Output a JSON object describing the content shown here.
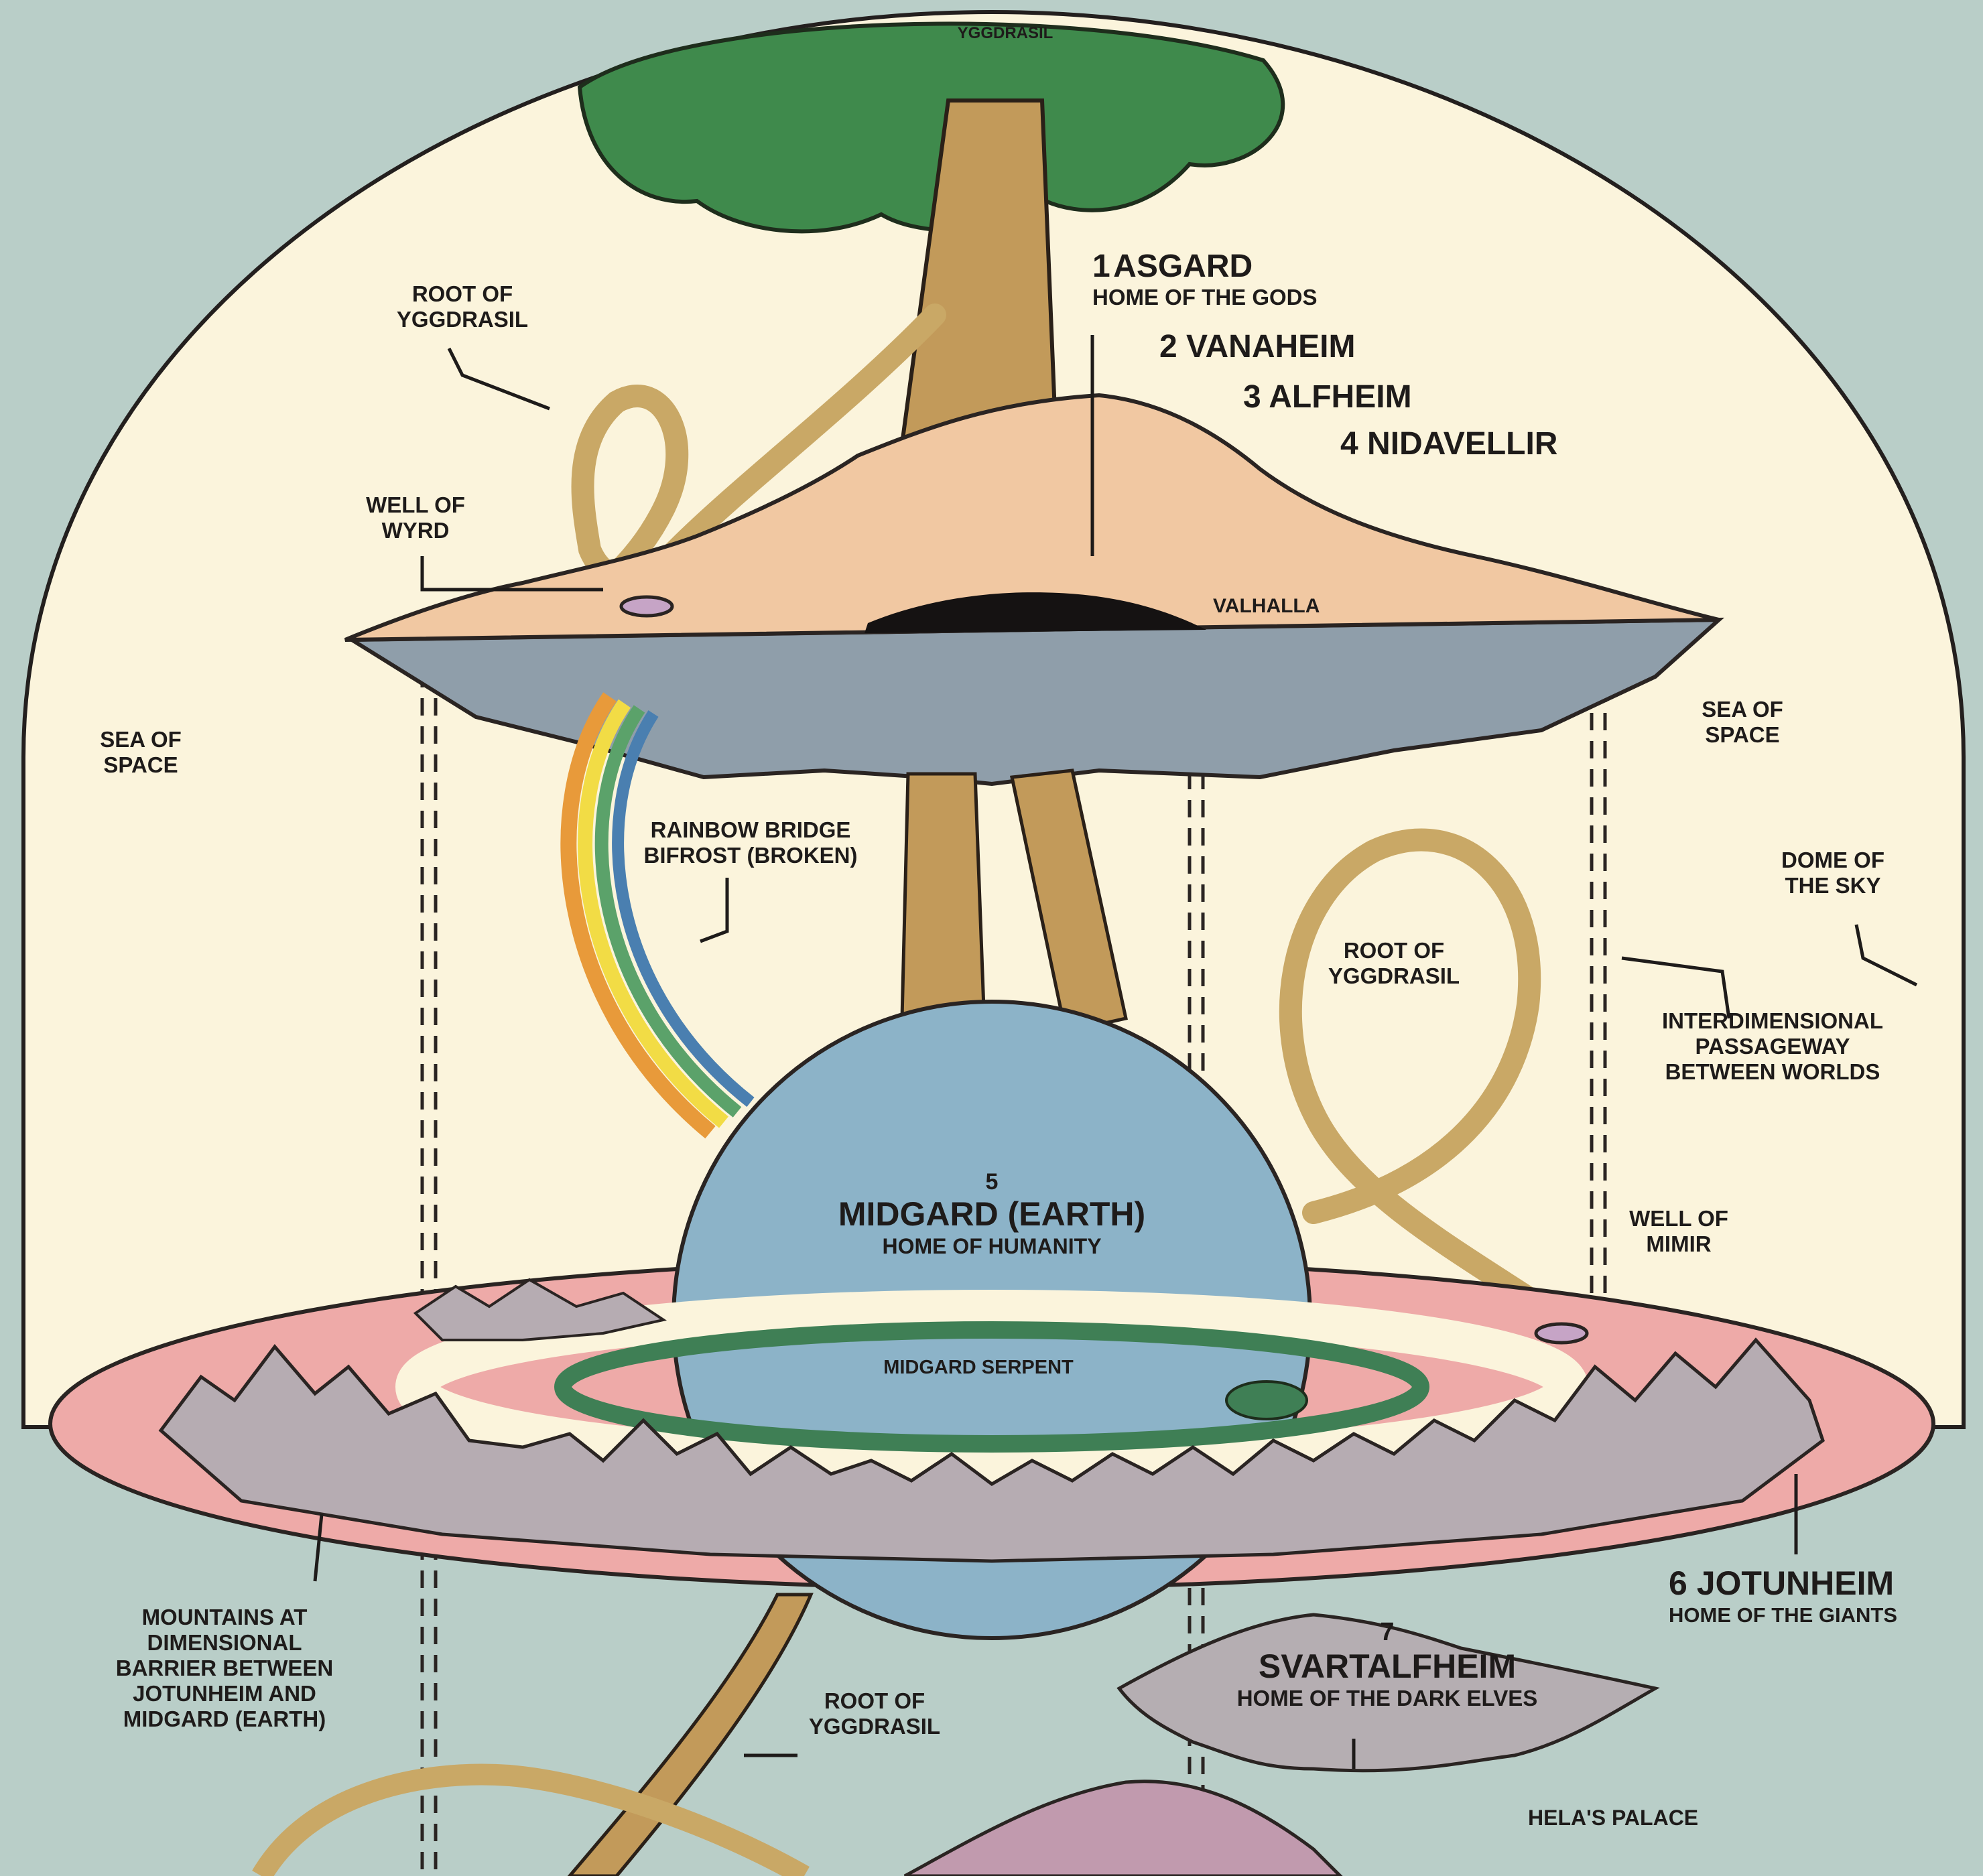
{
  "title": "YGGDRASIL",
  "realms": {
    "asgard": {
      "number": "1",
      "name": "ASGARD",
      "subtitle": "HOME OF THE GODS"
    },
    "vanaheim": "2 VANAHEIM",
    "alfheim": "3 ALFHEIM",
    "nidavellir": "4 NIDAVELLIR",
    "midgard": {
      "number": "5",
      "name": "MIDGARD (EARTH)",
      "subtitle": "HOME OF HUMANITY"
    },
    "jotunheim": {
      "name": "6 JOTUNHEIM",
      "subtitle": "HOME OF THE GIANTS"
    },
    "svartalfheim": {
      "number": "7",
      "name": "SVARTALFHEIM",
      "subtitle": "HOME OF THE DARK ELVES"
    }
  },
  "labels": {
    "root_top": [
      "ROOT OF",
      "YGGDRASIL"
    ],
    "well_wyrd": [
      "WELL OF",
      "WYRD"
    ],
    "valhalla": "VALHALLA",
    "sea_left": [
      "SEA OF",
      "SPACE"
    ],
    "sea_right": [
      "SEA OF",
      "SPACE"
    ],
    "rainbow_bridge": [
      "RAINBOW BRIDGE",
      "BIFROST (BROKEN)"
    ],
    "dome": [
      "DOME OF",
      "THE SKY"
    ],
    "root_right": [
      "ROOT OF",
      "YGGDRASIL"
    ],
    "passageway": [
      "INTERDIMENSIONAL",
      "PASSAGEWAY",
      "BETWEEN WORLDS"
    ],
    "well_mimir": [
      "WELL OF",
      "MIMIR"
    ],
    "serpent": "MIDGARD SERPENT",
    "mountains": [
      "MOUNTAINS AT",
      "DIMENSIONAL",
      "BARRIER BETWEEN",
      "JOTUNHEIM AND",
      "MIDGARD (EARTH)"
    ],
    "root_bottom": [
      "ROOT OF",
      "YGGDRASIL"
    ],
    "hela": "HELA'S PALACE"
  },
  "colors": {
    "background": "#b9cec8",
    "dome": "#fbf4dc",
    "foliage": "#3f8a4c",
    "trunk": "#c29a5a",
    "asgard_land": "#f1c8a2",
    "asgard_underside": "#8f9eaa",
    "midgard_sphere": "#8cb3c8",
    "jotunheim_disc": "#eeaaa8",
    "mountains": "#b6acb2",
    "serpent": "#3f7f55",
    "svartalfheim": "#b5aeb2",
    "hel_realm": "#c19aae"
  }
}
